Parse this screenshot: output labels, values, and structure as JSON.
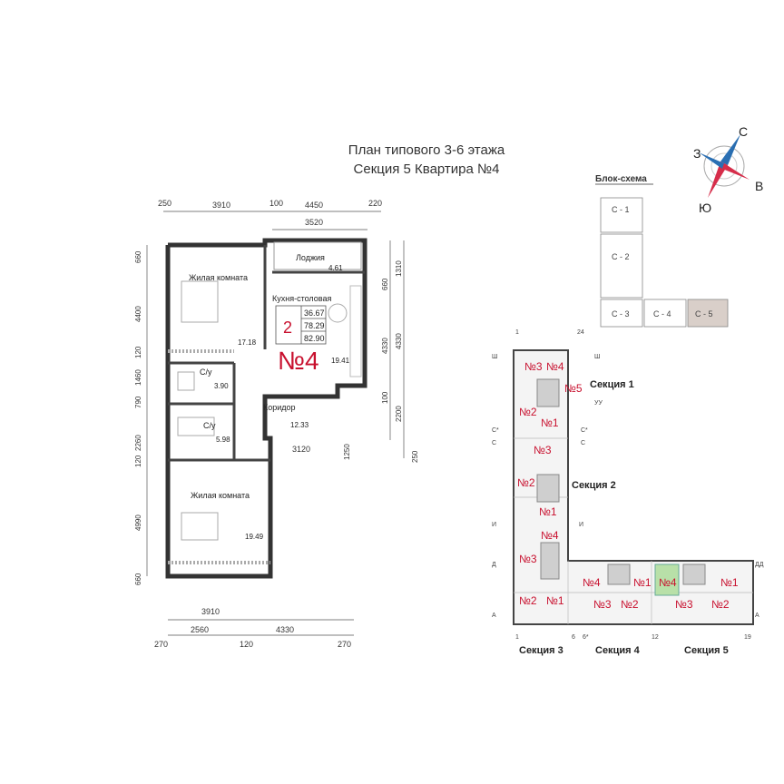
{
  "title": {
    "line1": "План типового 3-6 этажа",
    "line2": "Секция 5   Квартира №4"
  },
  "compass": {
    "north": "С",
    "west": "З",
    "east": "В",
    "south": "Ю"
  },
  "block_scheme": {
    "title": "Блок-схема",
    "blocks": [
      "С - 1",
      "С - 2",
      "С - 3",
      "С - 4",
      "С - 5"
    ],
    "highlight_color": "#d9cfc9"
  },
  "apartment": {
    "number_label": "№4",
    "rooms_count": "2",
    "areas": [
      "36.67",
      "78.29",
      "82.90"
    ],
    "accent_color": "#c8102e",
    "rooms": [
      {
        "name": "Жилая комната",
        "area": "17.18"
      },
      {
        "name": "Лоджия",
        "area": "4.61"
      },
      {
        "name": "Кухня-столовая",
        "area": "19.41"
      },
      {
        "name": "С/у",
        "area": "3.90"
      },
      {
        "name": "С/у",
        "area": "5.98"
      },
      {
        "name": "Коридор",
        "area": "12.33"
      },
      {
        "name": "Жилая комната",
        "area": "19.49"
      }
    ],
    "dimensions": {
      "top": [
        "250",
        "3910",
        "100",
        "4450",
        "220"
      ],
      "top_inner": "3520",
      "left": [
        "660",
        "4400",
        "120",
        "1460",
        "790",
        "2260",
        "120",
        "4990",
        "660"
      ],
      "right_outer": [
        "1310",
        "4330",
        "2200",
        "250"
      ],
      "right_inner": [
        "660",
        "4330",
        "100"
      ],
      "corridor_width": "3120",
      "corridor_drop": "1250",
      "bottom_inner": "3910",
      "bottom": [
        "270",
        "2560",
        "120",
        "4330",
        "270"
      ]
    }
  },
  "floor_plan": {
    "sections": [
      "Секция 1",
      "Секция 2",
      "Секция 3",
      "Секция 4",
      "Секция 5"
    ],
    "apt_labels": {
      "s1": [
        "№3",
        "№4",
        "№5",
        "№2",
        "№1"
      ],
      "s2": [
        "№3",
        "№2",
        "№1",
        "№4"
      ],
      "s3": [
        "№3",
        "№2",
        "№1"
      ],
      "s4": [
        "№4",
        "№1",
        "№3",
        "№2"
      ],
      "s5": [
        "№4",
        "№1",
        "№3",
        "№2"
      ]
    },
    "axis_labels": {
      "left": [
        "Ш",
        "С*",
        "С",
        "И",
        "Д",
        "А"
      ],
      "top": [
        "1",
        "24"
      ],
      "right_s1": [
        "Ш",
        "УУ",
        "С*",
        "С"
      ],
      "right_s2": [
        "И"
      ],
      "bottom": [
        "1",
        "6",
        "6*",
        "12",
        "19"
      ],
      "right_end": [
        "ДД",
        "А"
      ]
    },
    "highlight_color": "#b8e0a8"
  }
}
